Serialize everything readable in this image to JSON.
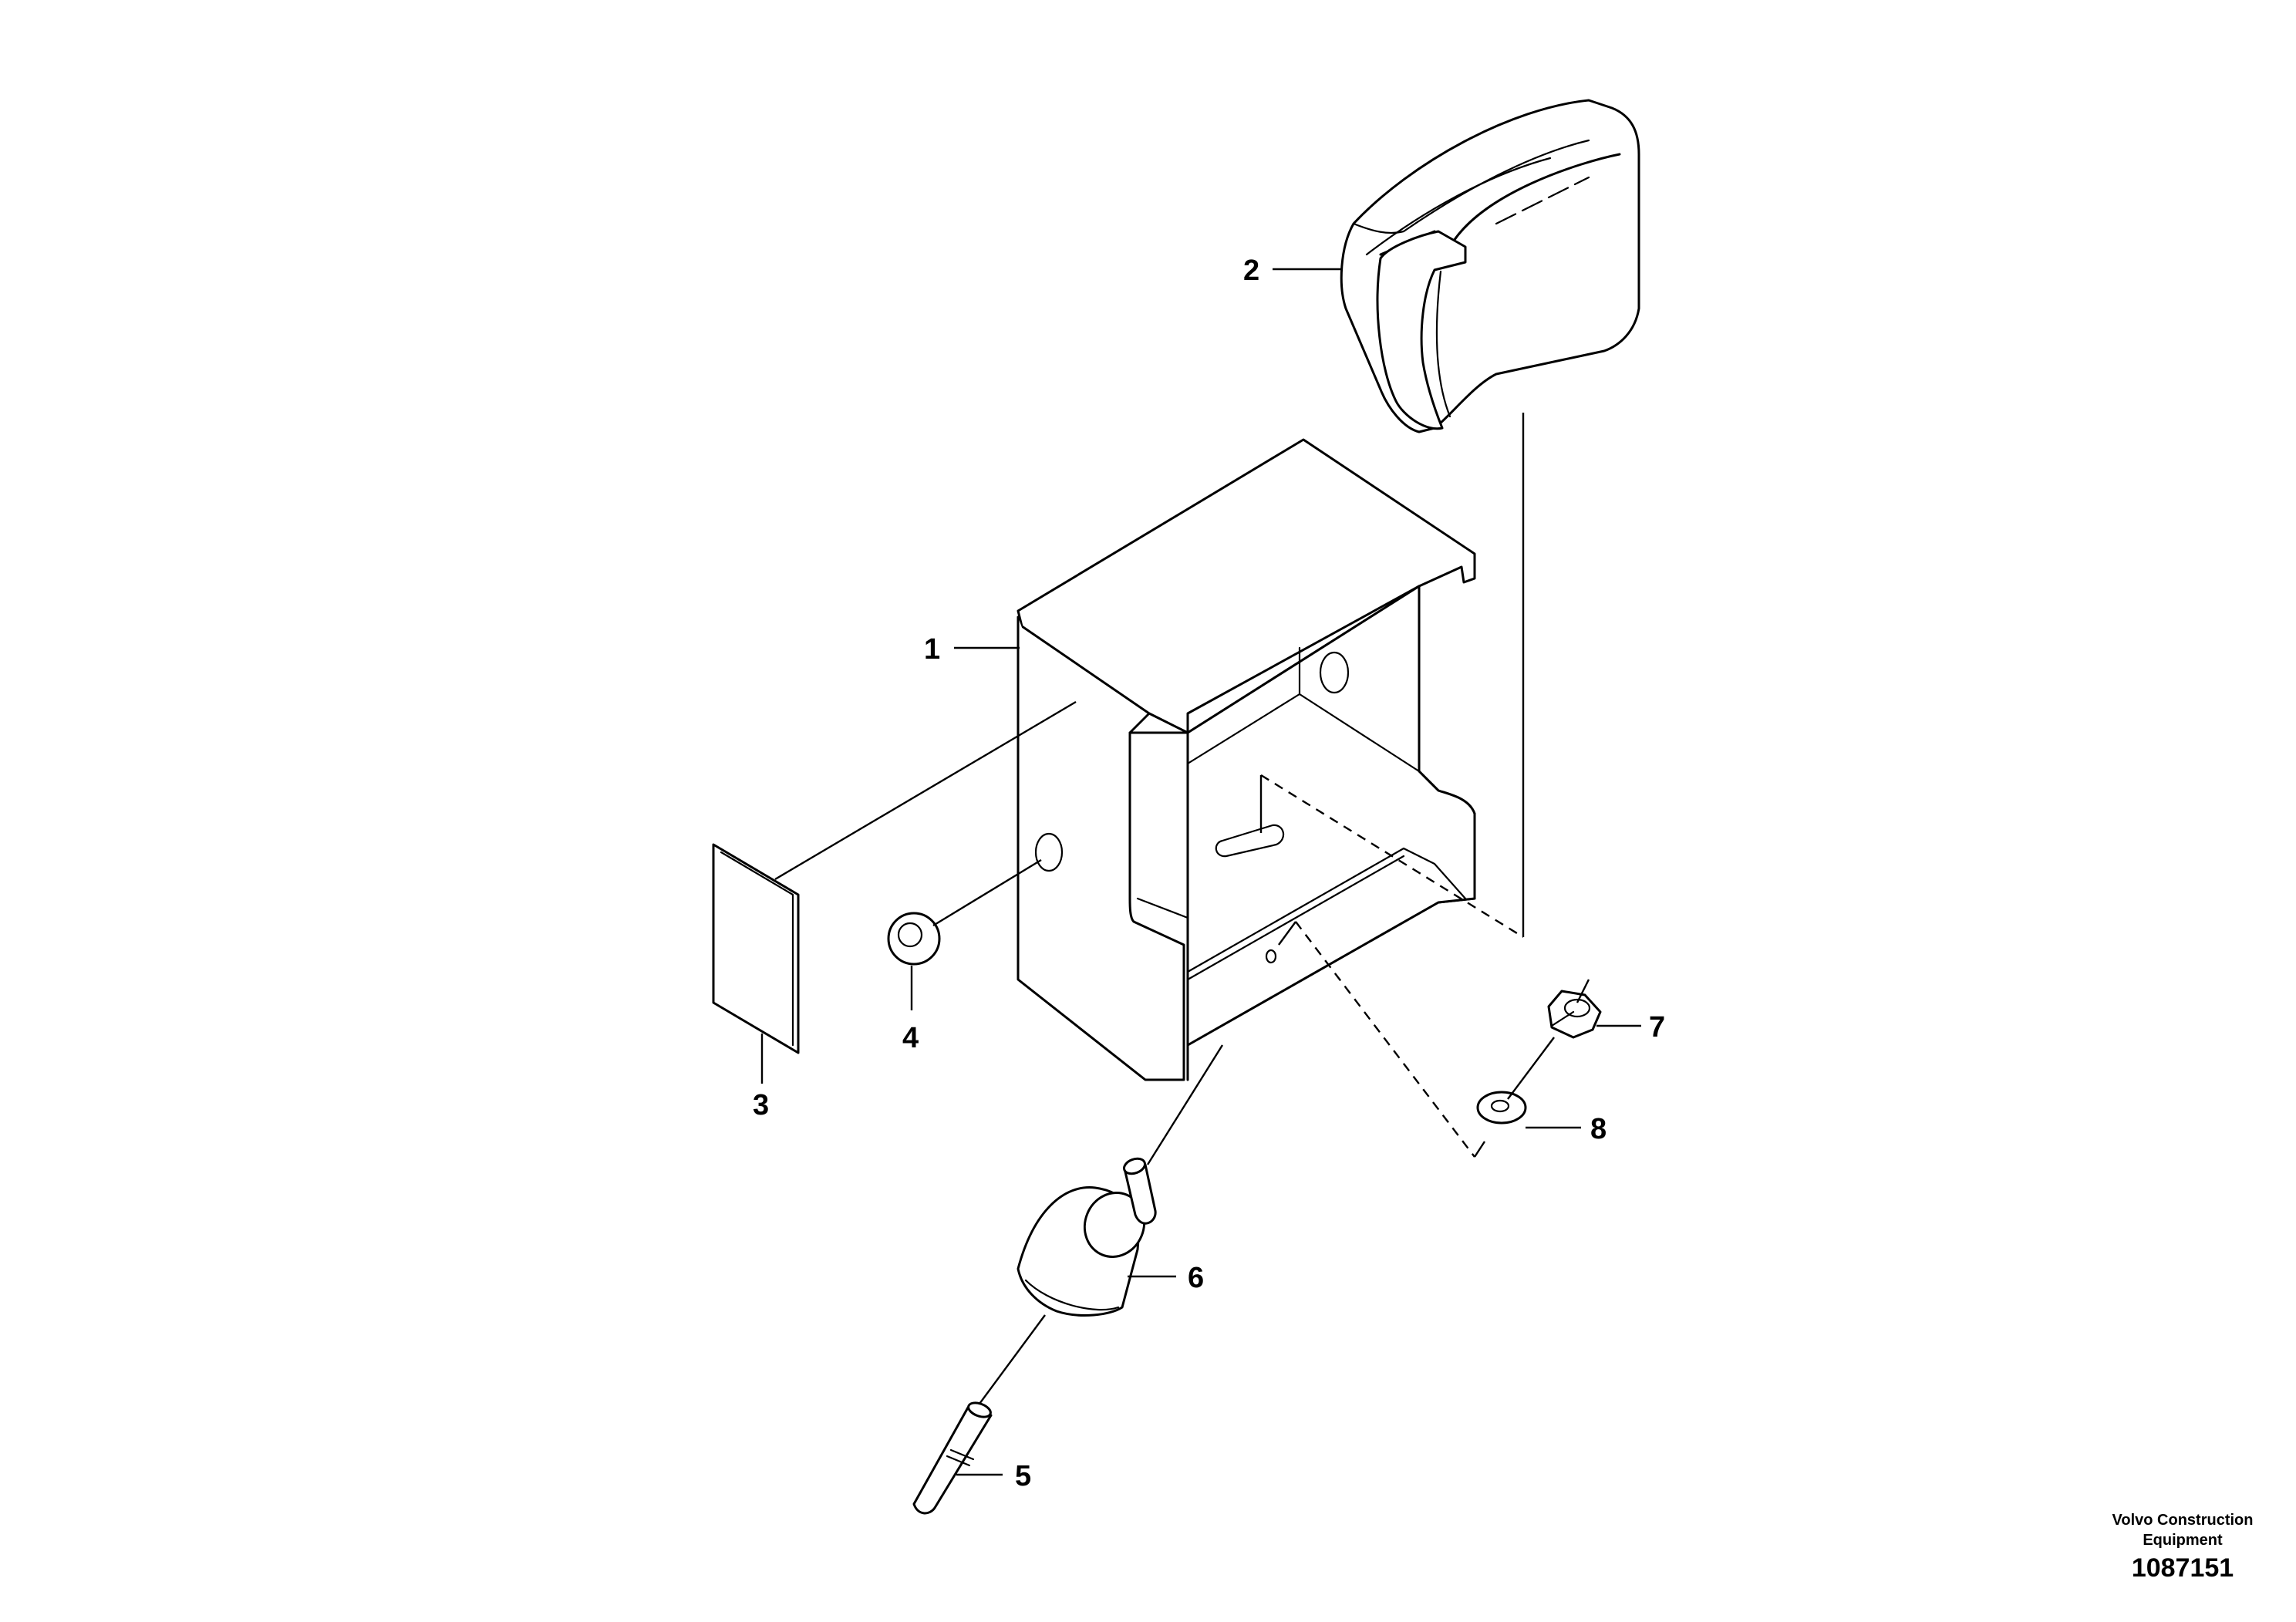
{
  "diagram": {
    "callouts": [
      "1",
      "2",
      "3",
      "4",
      "5",
      "6",
      "7",
      "8"
    ]
  },
  "footer": {
    "brand_line1": "Volvo Construction",
    "brand_line2": "Equipment",
    "drawing_number": "1087151"
  }
}
